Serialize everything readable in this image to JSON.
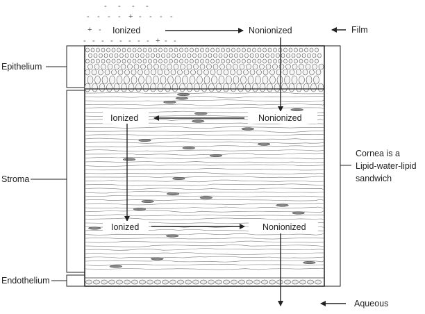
{
  "labels": {
    "ionized": "Ionized",
    "nonionized": "Nonionized",
    "film": "Film",
    "aqueous": "Aqueous",
    "epithelium": "Epithelium",
    "stroma": "Stroma",
    "endothelium": "Endothelium",
    "cornea_line1": "Cornea is a",
    "cornea_line2": "Lipid-water-lipid",
    "cornea_line3": "sandwich"
  },
  "charges": [
    "-",
    "-",
    "-",
    "-",
    "-",
    "-",
    "-",
    "-",
    "+",
    "-",
    "-",
    "-",
    "-",
    "+",
    "-",
    "-",
    "-",
    "-",
    "-",
    "-",
    "-",
    "-",
    "-",
    "+",
    "-",
    "-"
  ],
  "colors": {
    "ink": "#222222",
    "cell": "#555555",
    "fiber": "#6a6a6a"
  }
}
